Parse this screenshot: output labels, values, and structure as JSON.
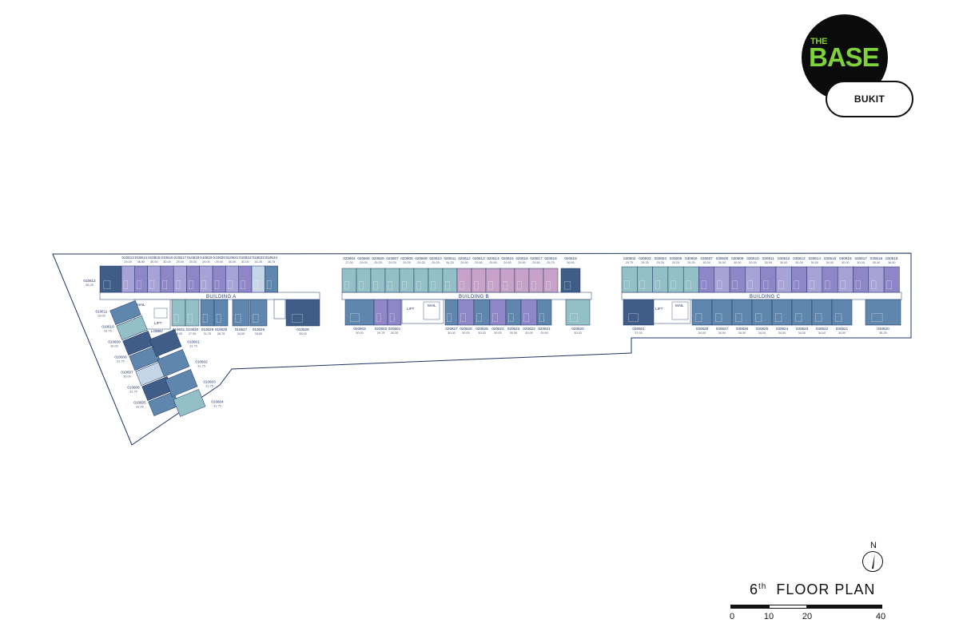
{
  "logo": {
    "the": "THE",
    "base": "BASE",
    "sub": "BUKIT"
  },
  "compass": {
    "north": "N"
  },
  "title": {
    "floor_num": "6",
    "floor_suffix": "th",
    "text": "FLOOR PLAN"
  },
  "scale": {
    "labels": [
      "0",
      "10",
      "20",
      "40"
    ]
  },
  "buildings": [
    {
      "name": "BUILDING A"
    },
    {
      "name": "BUILDING B"
    },
    {
      "name": "BUILDING C"
    }
  ],
  "service": {
    "lift": "LIFT",
    "lobby": "LOBBY",
    "mail": "MAIL"
  },
  "colors": {
    "lavender": "#a7a3d6",
    "purple": "#8e86c6",
    "teal": "#93bfc6",
    "steel": "#5f86ad",
    "navy": "#3f5d86",
    "pink": "#c7a2c8",
    "light": "#c3d5e6",
    "outline": "#1f3366"
  },
  "units": {
    "a_north": [
      {
        "id": "010613",
        "area": "29.00"
      },
      {
        "id": "010614",
        "area": "36.50"
      },
      {
        "id": "010615",
        "area": "30.00"
      },
      {
        "id": "010616",
        "area": "30.00"
      },
      {
        "id": "010617",
        "area": "29.00"
      },
      {
        "id": "010618",
        "area": "30.00"
      },
      {
        "id": "010619",
        "area": "29.00"
      },
      {
        "id": "010620",
        "area": "29.00"
      },
      {
        "id": "010621",
        "area": "30.00"
      },
      {
        "id": "010622",
        "area": "30.00"
      },
      {
        "id": "010623",
        "area": "34.25"
      },
      {
        "id": "010624",
        "area": "38.75"
      }
    ],
    "a_south": [
      {
        "id": "010631",
        "area": "29.25"
      },
      {
        "id": "010630",
        "area": "27.00"
      },
      {
        "id": "010629",
        "area": "31.75"
      },
      {
        "id": "010628",
        "area": "26.75"
      },
      {
        "id": "010627",
        "area": "34.00"
      },
      {
        "id": "010626",
        "area": "34.50"
      },
      {
        "id": "010625",
        "area": "38.00"
      }
    ],
    "a_wing_west": [
      {
        "id": "010612",
        "area": "56.25"
      },
      {
        "id": "010611",
        "area": "29.00"
      },
      {
        "id": "010610",
        "area": "31.75"
      },
      {
        "id": "010609",
        "area": "30.00"
      },
      {
        "id": "010608",
        "area": "31.75"
      },
      {
        "id": "010607",
        "area": "30.00"
      },
      {
        "id": "010606",
        "area": "31.75"
      },
      {
        "id": "010605",
        "area": "32.00"
      }
    ],
    "a_wing_east": [
      {
        "id": "010601",
        "area": "31.75"
      },
      {
        "id": "010602",
        "area": "31.75"
      },
      {
        "id": "010603",
        "area": "31.75"
      },
      {
        "id": "010604",
        "area": "31.75"
      }
    ],
    "b_north": [
      {
        "id": "020604",
        "area": "27.00"
      },
      {
        "id": "020605",
        "area": "29.00"
      },
      {
        "id": "020606",
        "area": "29.25"
      },
      {
        "id": "020607",
        "area": "29.25"
      },
      {
        "id": "020608",
        "area": "29.25"
      },
      {
        "id": "020609",
        "area": "29.25"
      },
      {
        "id": "020610",
        "area": "29.25"
      },
      {
        "id": "020611",
        "area": "34.25"
      },
      {
        "id": "020612",
        "area": "29.50"
      },
      {
        "id": "020613",
        "area": "29.50"
      },
      {
        "id": "020614",
        "area": "29.50"
      },
      {
        "id": "020615",
        "area": "29.50"
      },
      {
        "id": "020616",
        "area": "29.50"
      },
      {
        "id": "020617",
        "area": "29.50"
      },
      {
        "id": "020618",
        "area": "29.75"
      },
      {
        "id": "020619",
        "area": "36.50"
      }
    ],
    "b_south": [
      {
        "id": "020603",
        "area": "30.00"
      },
      {
        "id": "020602",
        "area": "29.75"
      },
      {
        "id": "020601",
        "area": "30.25"
      },
      {
        "id": "020627",
        "area": "30.00"
      },
      {
        "id": "020626",
        "area": "30.00"
      },
      {
        "id": "020625",
        "area": "30.00"
      },
      {
        "id": "020624",
        "area": "30.00"
      },
      {
        "id": "020623",
        "area": "30.00"
      },
      {
        "id": "020622",
        "area": "30.00"
      },
      {
        "id": "020621",
        "area": "29.50"
      },
      {
        "id": "020620",
        "area": "30.00"
      }
    ],
    "c_north": [
      {
        "id": "030602",
        "area": "29.75"
      },
      {
        "id": "030603",
        "area": "29.25"
      },
      {
        "id": "030604",
        "area": "29.25"
      },
      {
        "id": "030605",
        "area": "29.25"
      },
      {
        "id": "030606",
        "area": "29.25"
      },
      {
        "id": "030607",
        "area": "30.00"
      },
      {
        "id": "030608",
        "area": "30.00"
      },
      {
        "id": "030609",
        "area": "30.00"
      },
      {
        "id": "030610",
        "area": "30.00"
      },
      {
        "id": "030611",
        "area": "30.00"
      },
      {
        "id": "030612",
        "area": "30.00"
      },
      {
        "id": "030613",
        "area": "30.00"
      },
      {
        "id": "030614",
        "area": "30.00"
      },
      {
        "id": "030615",
        "area": "30.00"
      },
      {
        "id": "030616",
        "area": "30.00"
      },
      {
        "id": "030617",
        "area": "30.00"
      },
      {
        "id": "030618",
        "area": "30.00"
      },
      {
        "id": "030619",
        "area": "36.50"
      }
    ],
    "c_south": [
      {
        "id": "030601",
        "area": "37.00"
      },
      {
        "id": "030628",
        "area": "34.00"
      },
      {
        "id": "030627",
        "area": "34.00"
      },
      {
        "id": "030626",
        "area": "34.00"
      },
      {
        "id": "030625",
        "area": "34.00"
      },
      {
        "id": "030624",
        "area": "34.00"
      },
      {
        "id": "030623",
        "area": "34.00"
      },
      {
        "id": "030622",
        "area": "34.00"
      },
      {
        "id": "030621",
        "area": "34.00"
      },
      {
        "id": "030620",
        "area": "36.25"
      }
    ]
  }
}
